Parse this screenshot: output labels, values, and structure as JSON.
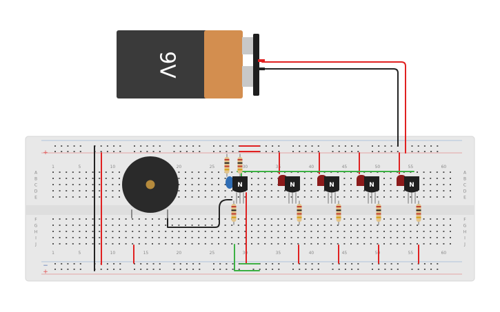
{
  "battery": {
    "label": "9V",
    "body_color": "#3a3a3a",
    "cap_color": "#d38e4f"
  },
  "breadboard": {
    "color": "#e8e8e8",
    "row_letters_top": [
      "A",
      "B",
      "C",
      "D",
      "E"
    ],
    "row_letters_bottom": [
      "F",
      "G",
      "H",
      "I",
      "J"
    ],
    "column_numbers": [
      "1",
      "5",
      "10",
      "15",
      "20",
      "25",
      "30",
      "35",
      "40",
      "45",
      "50",
      "55",
      "60"
    ],
    "rail_plus": "+",
    "rail_minus": "−"
  },
  "transistors": [
    {
      "label": "N"
    },
    {
      "label": "N"
    },
    {
      "label": "N"
    },
    {
      "label": "N"
    },
    {
      "label": "N"
    }
  ],
  "leds": [
    {
      "color": "#8b1a1a"
    },
    {
      "color": "#8b1a1a"
    },
    {
      "color": "#8b1a1a"
    },
    {
      "color": "#8b1a1a"
    }
  ],
  "capacitor": {
    "color": "#2f6db5"
  },
  "buzzer": {
    "color": "#2a2a2a",
    "center_color": "#b58a3c"
  },
  "wire_colors": {
    "red": "#e02020",
    "black": "#222222",
    "green": "#3cb043"
  }
}
